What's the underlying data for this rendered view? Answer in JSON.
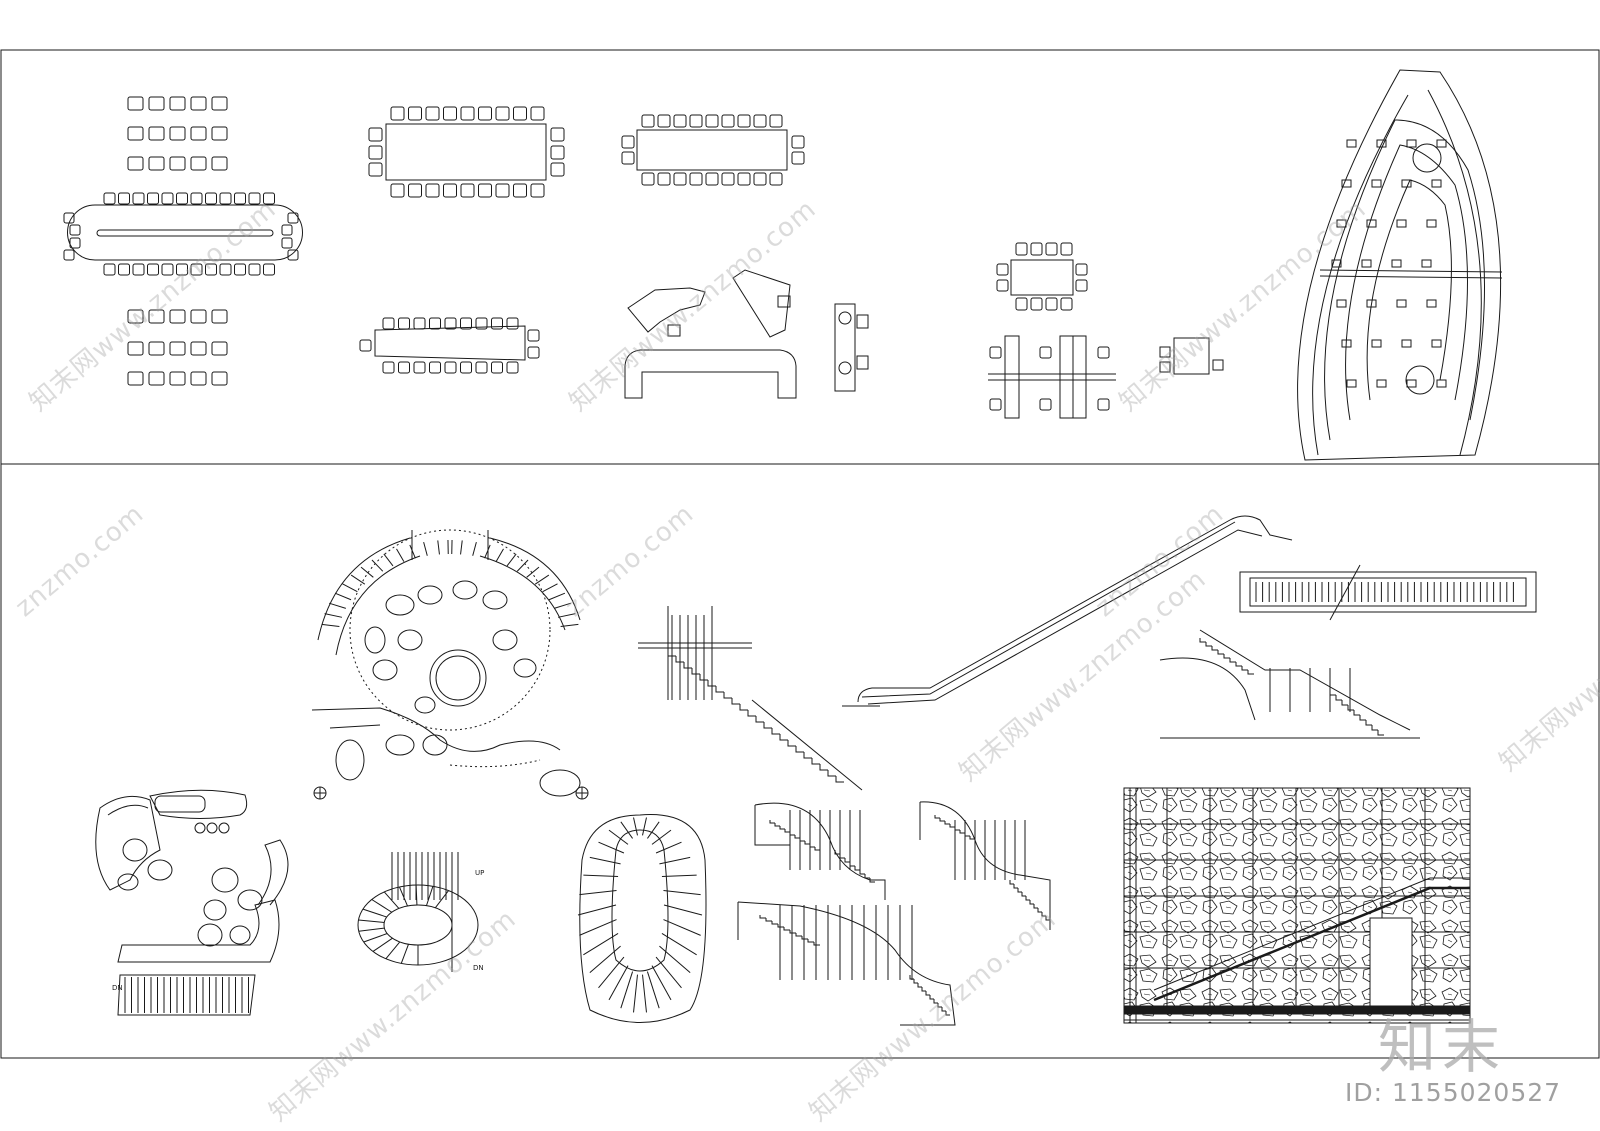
{
  "watermark": {
    "site": "znzmo.com",
    "brand_full": "知末网www.znzmo.com",
    "logo_text": "知末",
    "id_label": "ID: 1155020527"
  },
  "annotations": {
    "up_label": "UP",
    "dn_label": "DN",
    "dn_label_2": "DN"
  },
  "colors": {
    "line": "#1a1a1a",
    "background": "#ffffff",
    "watermark": "#a0a0a0"
  }
}
